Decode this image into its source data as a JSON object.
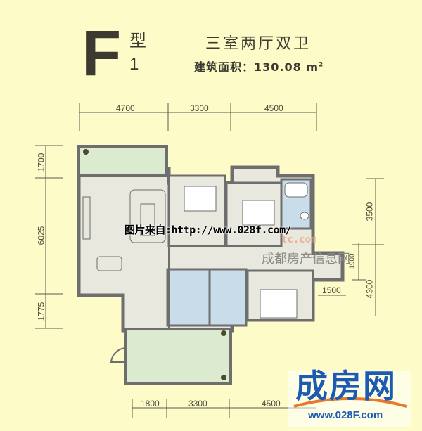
{
  "header": {
    "type_letter": "F",
    "type_char": "型",
    "type_number": "1",
    "layout_title": "三室两厅双卫",
    "area_label": "建筑面积：",
    "area_value": "130.08",
    "area_unit": "m",
    "area_unit_sup": "2"
  },
  "dimensions": {
    "top": [
      "4700",
      "3300",
      "4500"
    ],
    "bottom": [
      "1800",
      "3300",
      "4500"
    ],
    "left": [
      "1700",
      "6025",
      "1775"
    ],
    "right": [
      "3500",
      "4300"
    ],
    "inner_right_vertical": "1900",
    "inner_right_horizontal": "1500"
  },
  "watermarks": {
    "source_text": "图片来自:http://www.028f.com/",
    "site_cn": "成都房产信息网",
    "site_domain_fragment": "tc.com"
  },
  "logo": {
    "name": "成房网",
    "url": "www.028F.com"
  },
  "colors": {
    "background": "#fdfcc8",
    "wall": "#6e6e6e",
    "living_floor": "#e8e8de",
    "balcony": "#dcebd0",
    "wet_area": "#c9dcea",
    "logo_blue": "#1d5bb3",
    "logo_orange": "#e8782c"
  }
}
